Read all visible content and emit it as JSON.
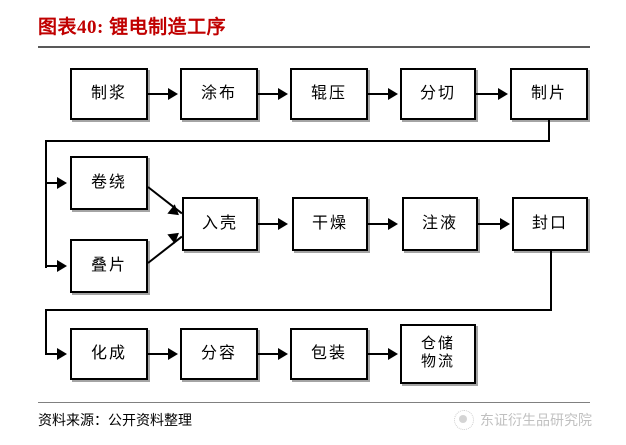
{
  "title": "图表40: 锂电制造工序",
  "title_color": "#C00000",
  "footer": {
    "source": "资料来源：公开资料整理",
    "watermark": "东证衍生品研究院",
    "watermark_icon": "circle-logo-icon"
  },
  "diagram": {
    "type": "process-flowchart",
    "rows": [
      {
        "name": "electrode-fabrication",
        "nodes": [
          "制浆",
          "涂布",
          "辊压",
          "分切",
          "制片"
        ]
      },
      {
        "name": "cell-assembly",
        "branch_nodes": [
          "卷绕",
          "叠片"
        ],
        "nodes": [
          "入壳",
          "干燥",
          "注液",
          "封口"
        ]
      },
      {
        "name": "formation-and-packaging",
        "nodes": [
          "化成",
          "分容",
          "包装",
          "仓储物流"
        ]
      }
    ],
    "node_labels": {
      "n1": "制浆",
      "n2": "涂布",
      "n3": "辊压",
      "n4": "分切",
      "n5": "制片",
      "n6": "卷绕",
      "n7": "叠片",
      "n8": "入壳",
      "n9": "干燥",
      "n10": "注液",
      "n11": "封口",
      "n12": "化成",
      "n13": "分容",
      "n14": "包装",
      "n15_line1": "仓储",
      "n15_line2": "物流"
    }
  }
}
